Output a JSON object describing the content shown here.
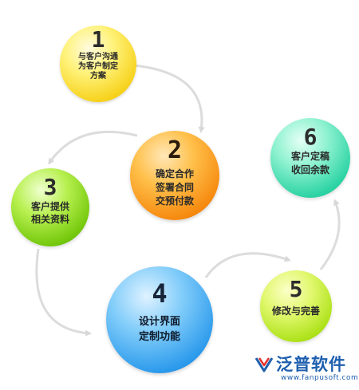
{
  "steps": [
    {
      "num": "1",
      "label": "与客户沟通\n为客户制定\n方案"
    },
    {
      "num": "2",
      "label": "确定合作\n签署合同\n交预付款"
    },
    {
      "num": "3",
      "label": "客户提供\n相关资料"
    },
    {
      "num": "4",
      "label": "设计界面\n定制功能"
    },
    {
      "num": "5",
      "label": "修改与完善"
    },
    {
      "num": "6",
      "label": "客户定稿\n收回余款"
    }
  ],
  "colors": {
    "step1": "#f7d21c",
    "step2": "#f68a10",
    "step3": "#74c80c",
    "step4": "#2d9bec",
    "step5": "#aee21a",
    "step6": "#2cd3a4",
    "arrow": "#dcdcdc",
    "logo": "#1d5fae"
  },
  "logo": {
    "name": "泛普软件",
    "url": "www.fanpusoft.com",
    "icon": "fanpu-logo-icon"
  }
}
